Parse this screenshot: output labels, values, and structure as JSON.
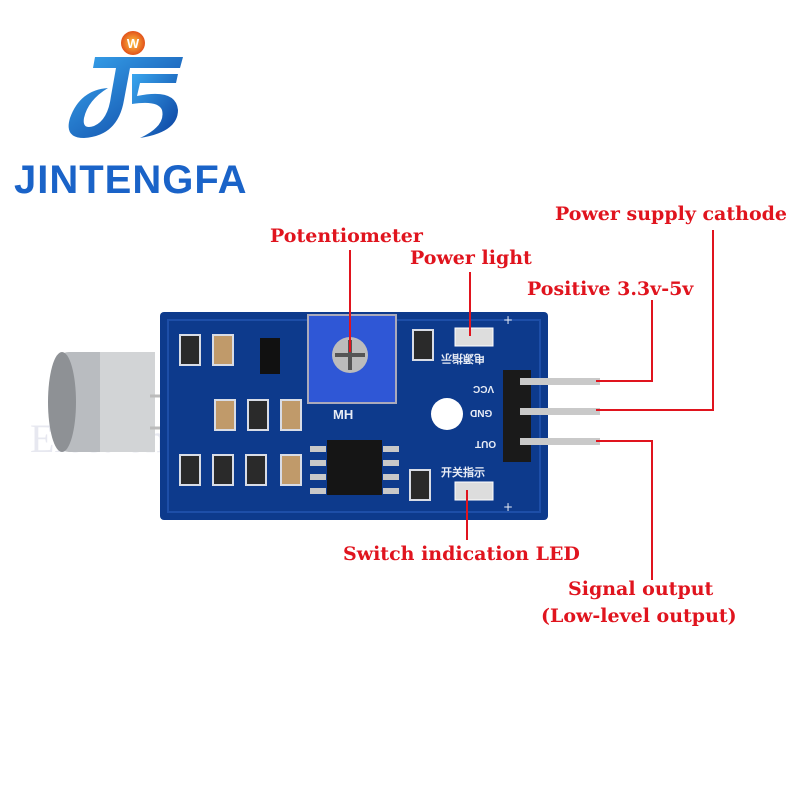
{
  "brand": {
    "logo_text": "JINTENGFA",
    "badge_letter": "W",
    "color": "#1a63c8"
  },
  "watermark": "Electronic component supplier",
  "board": {
    "silk": {
      "pot_label": "MH",
      "vcc": "VCC",
      "gnd": "GND",
      "out": "OUT",
      "power_indicator": "电源指示",
      "switch_indicator": "开关指示",
      "plus": "+"
    },
    "pcb_color": "#0d3a8c",
    "pot_color": "#2f57d6"
  },
  "annotations": {
    "potentiometer": "Potentiometer",
    "power_light": "Power light",
    "power_supply_cathode": "Power supply cathode",
    "positive": "Positive 3.3v-5v",
    "switch_led": "Switch indication LED",
    "signal_output": "Signal output",
    "signal_output_note": "(Low-level output)",
    "color": "#e0141e"
  }
}
